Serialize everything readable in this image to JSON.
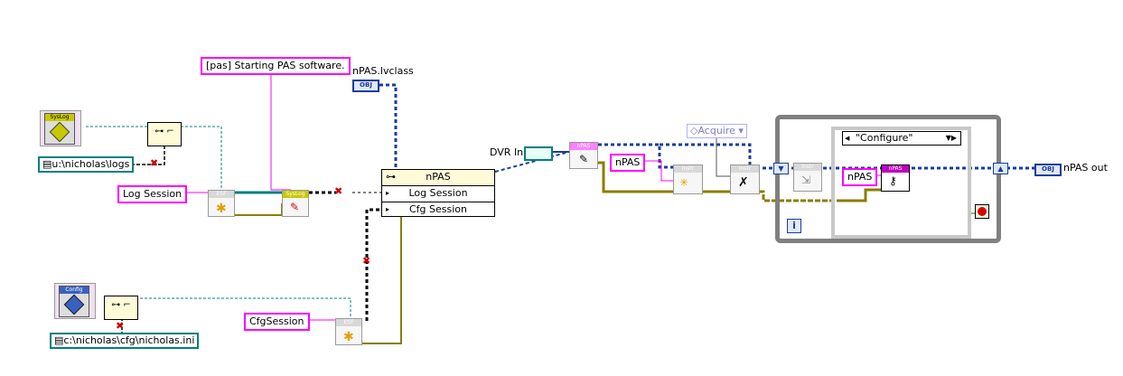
{
  "labels": {
    "pas_string": "[pas] Starting PAS software.",
    "npas_class": "nPAS.lvclass",
    "obj": "OBJ",
    "obj_out": "OBJ",
    "log_path": "u:\\nicholas\\logs",
    "cfg_path": "c:\\nicholas\\cfg\\nicholas.ini",
    "log_session": "Log Session",
    "cfg_session_const": "CfgSession",
    "dvr_in": "DVR In",
    "npas_const": "nPAS",
    "npas_const2": "nPAS",
    "acquire": "Acquire",
    "configure_case": "\"Configure\"",
    "npas_out": "nPAS out",
    "loop_index": "i"
  },
  "icons": {
    "syslog": "SysLog",
    "config": "Config",
    "esf": "ESF",
    "instr": "Instr",
    "npas_small": "nPAS"
  },
  "bundle": {
    "header": "nPAS",
    "row1": "Log Session",
    "row2": "Cfg Session"
  },
  "colors": {
    "string_wire": "#ff00ff",
    "path_wire": "#008080",
    "class_wire": "#1a3d9e",
    "cluster_wire": "#8b7d00",
    "error_wire": "#000000"
  }
}
